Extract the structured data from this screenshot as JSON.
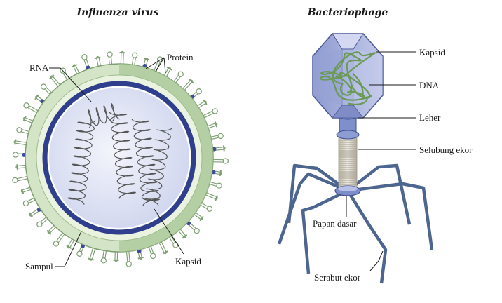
{
  "colors": {
    "envelope_light": "#e6f0da",
    "envelope_mid": "#b9d3a6",
    "envelope_dark": "#7e9f72",
    "capsid_ring": "#2f3f8e",
    "capsid_fill": "#e6e9f6",
    "spike_blue": "#3b4a9e",
    "phage_head": "#9aa6d6",
    "phage_head_dark": "#5a68a8",
    "dna_green": "#6a9a55",
    "sheath": "#d8d4c8",
    "leg": "#4d6690"
  },
  "influenza": {
    "title": "Influenza virus",
    "labels": {
      "rna": "RNA",
      "protein": "Protein",
      "sampul": "Sampul",
      "kapsid": "Kapsid"
    }
  },
  "phage": {
    "title": "Bacteriophage",
    "labels": {
      "kapsid": "Kapsid",
      "dna": "DNA",
      "leher": "Leher",
      "selubung_ekor": "Selubung ekor",
      "papan_dasar": "Papan dasar",
      "serabut_ekor": "Serabut ekor"
    }
  }
}
